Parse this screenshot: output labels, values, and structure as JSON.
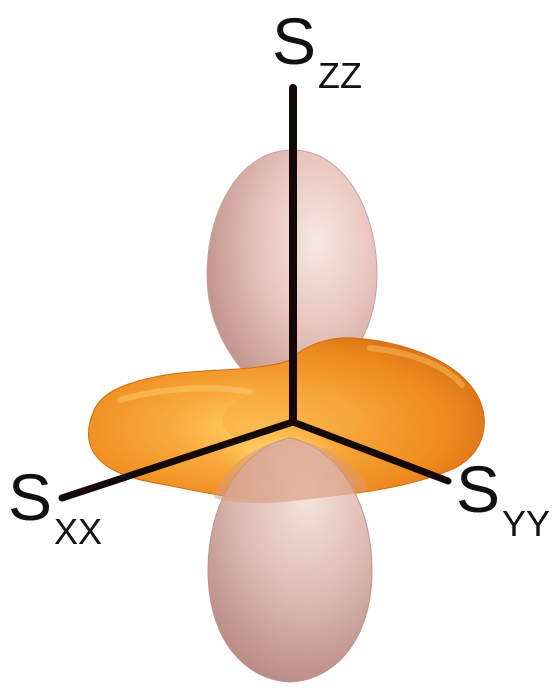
{
  "axes": {
    "z": {
      "main": "S",
      "sub": "ZZ"
    },
    "x": {
      "main": "S",
      "sub": "XX"
    },
    "y": {
      "main": "S",
      "sub": "YY"
    }
  },
  "colors": {
    "background": "#ffffff",
    "axis_line": "#140808",
    "lobe_fill": "#d8a9a2",
    "lobe_highlight": "#f3dfda",
    "torus_outer": "#f08a1c",
    "torus_mid": "#f6a63a",
    "torus_highlight": "#ffd36a"
  }
}
